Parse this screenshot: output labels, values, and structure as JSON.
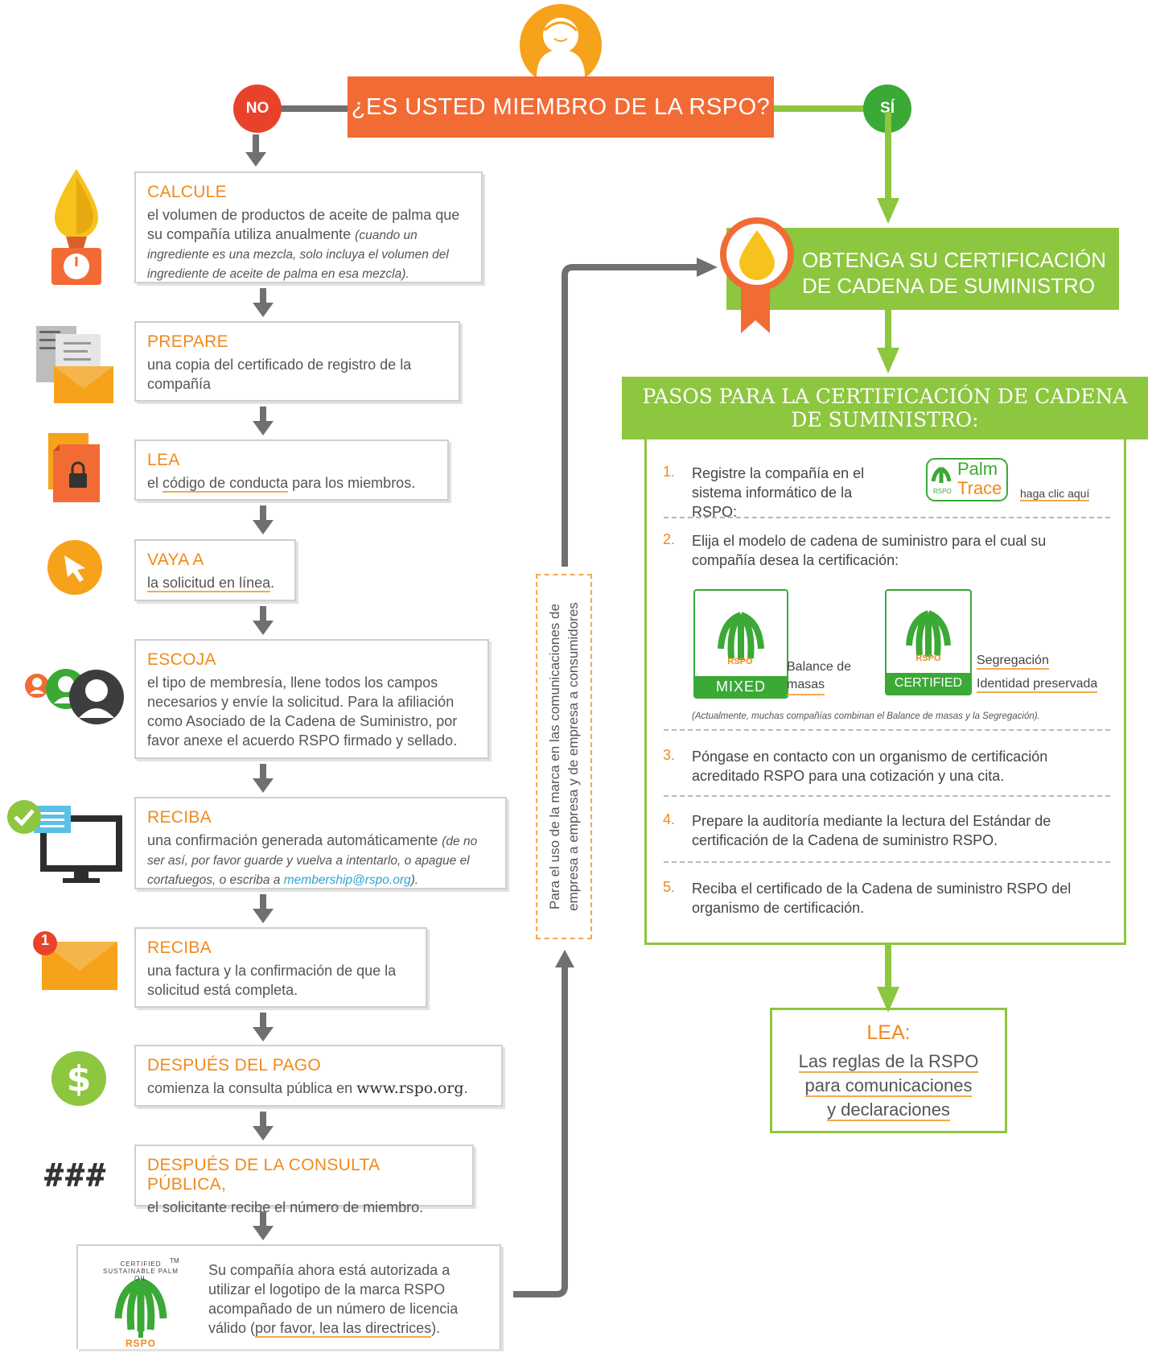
{
  "header": {
    "question": "¿ES USTED MIEMBRO DE LA RSPO?",
    "no_label": "NO",
    "yes_label": "SÍ"
  },
  "left_steps": [
    {
      "title": "CALCULE",
      "text": "el volumen de productos de aceite de palma que su compañía utiliza anualmente",
      "note": "(cuando un ingrediente es una mezcla, solo incluya el volumen del ingrediente de aceite de palma en esa mezcla).",
      "icon": "scale-oil-drop-icon"
    },
    {
      "title": "PREPARE",
      "text": "una copia del certificado de registro de la compañía",
      "icon": "documents-envelope-icon"
    },
    {
      "title": "LEA",
      "text_pre": "el ",
      "link": "código de conducta",
      "text_post": " para los miembros.",
      "icon": "locked-document-icon"
    },
    {
      "title": "VAYA A",
      "link": "la solicitud en línea",
      "text_post": ".",
      "icon": "cursor-icon"
    },
    {
      "title": "ESCOJA",
      "text": "el tipo de membresía, llene todos los campos necesarios y envíe la solicitud. Para la afiliación como Asociado de la Cadena de Suministro, por favor anexe el acuerdo RSPO firmado y sellado.",
      "icon": "members-group-icon"
    },
    {
      "title": "RECIBA",
      "text": "una confirmación generada automáticamente",
      "note_pre": "(de no ser así, por favor guarde y vuelva a intentarlo, o apague el cortafuegos, o escriba a ",
      "email": "membership@rspo.org",
      "note_post": ").",
      "icon": "monitor-check-icon"
    },
    {
      "title": "RECIBA",
      "text": "una factura y la confirmación de que la solicitud está completa.",
      "badge": "1",
      "icon": "mail-notification-icon"
    },
    {
      "title": "DESPUÉS DEL PAGO",
      "text_pre": "comienza la consulta pública en ",
      "site": "www.rspo.org",
      "text_post": ".",
      "icon": "dollar-icon"
    },
    {
      "title": "DESPUÉS DE LA CONSULTA PÚBLICA,",
      "text": "el solicitante recibe el número de miembro.",
      "icon_text": "###",
      "icon": "hash-icon"
    }
  ],
  "final_box": {
    "text_pre": "Su compañía ahora está autorizada a utilizar el logotipo de la marca RSPO acompañado de un número de licencia válido (",
    "link": "por favor, lea las directrices",
    "text_post": ").",
    "logo_text": "CERTIFIED SUSTAINABLE PALM OIL",
    "logo_tm": "TM",
    "logo_rspo": "RSPO"
  },
  "vertical_note": "Para el uso de la marca en las comunicaciones de empresa a empresa y de empresa a consumidores",
  "certification": {
    "title": "OBTENGA SU CERTIFICACIÓN DE CADENA DE SUMINISTRO",
    "steps_header": "PASOS PARA LA CERTIFICACIÓN DE CADENA DE SUMINISTRO:",
    "steps": [
      {
        "n": "1.",
        "text": "Registre la compañía en el sistema informático de la RSPO:",
        "logo_top": "Palm",
        "logo_bottom": "Trace",
        "logo_small": "RSPO",
        "link": "haga clic aquí"
      },
      {
        "n": "2.",
        "text": "Elija el modelo de cadena de suministro para el cual su compañía desea la certificación:",
        "models": [
          {
            "badge": "MIXED",
            "links": [
              "Balance de",
              "masas"
            ]
          },
          {
            "badge": "CERTIFIED",
            "links": [
              "Segregación",
              "Identidad preservada"
            ]
          }
        ],
        "note": "(Actualmente, muchas compañías combinan el Balance de masas y la Segregación)."
      },
      {
        "n": "3.",
        "text": "Póngase en contacto con un organismo de certificación acreditado RSPO para una cotización y una cita."
      },
      {
        "n": "4.",
        "text": "Prepare la auditoría mediante la lectura del Estándar de certificación de la Cadena de suministro RSPO."
      },
      {
        "n": "5.",
        "text": "Reciba el certificado de la Cadena de suministro RSPO del organismo de certificación."
      }
    ],
    "read_box": {
      "title": "LEA:",
      "lines": [
        "Las reglas de la RSPO",
        "para comunicaciones",
        "y declaraciones"
      ]
    }
  },
  "colors": {
    "orange": "#f26b35",
    "accent_orange": "#f08a1c",
    "green": "#8dc63f",
    "dark_green": "#3aa935",
    "red": "#e8432a",
    "gray": "#707070"
  }
}
